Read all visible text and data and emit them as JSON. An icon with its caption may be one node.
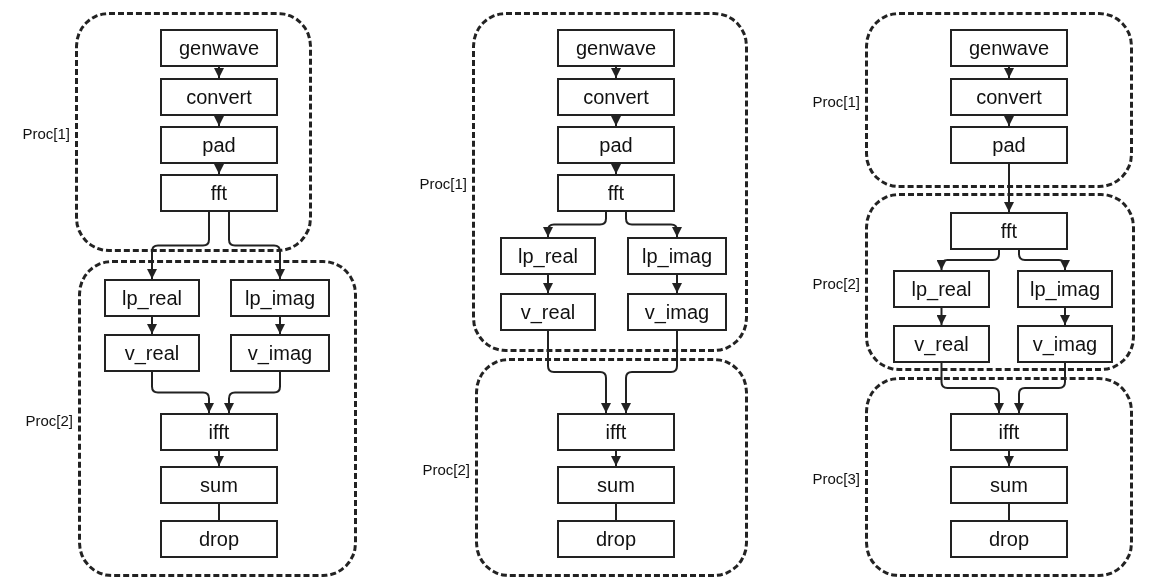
{
  "diagram": {
    "nodes": [
      {
        "text": [],
        "shape": "box",
        "beside": [
          "Proc[1]"
        ]
      },
      {
        "text": [
          "genwave"
        ],
        "in": 0
      },
      {
        "text": [
          "convert"
        ],
        "in": 0
      },
      {
        "text": [
          "pad"
        ],
        "in": 0
      },
      {
        "text": [
          "fft"
        ],
        "in": 0
      },
      {
        "text": [],
        "shape": "box",
        "beside": [
          "Proc[2]"
        ]
      },
      {
        "text": [
          "lp_real"
        ],
        "in": 5
      },
      {
        "text": [
          "lp_imag"
        ],
        "in": 5
      },
      {
        "text": [
          "v_real"
        ],
        "in": 5
      },
      {
        "text": [
          "v_imag"
        ],
        "in": 5
      },
      {
        "text": [
          "ifft"
        ],
        "in": 5
      },
      {
        "text": [
          "sum"
        ],
        "in": 5
      },
      {
        "text": [
          "drop"
        ],
        "in": 5
      },
      {
        "text": [],
        "shape": "box",
        "beside": [
          "Proc[1]"
        ]
      },
      {
        "text": [
          "genwave"
        ],
        "in": 13
      },
      {
        "text": [
          "convert"
        ],
        "in": 13
      },
      {
        "text": [
          "pad"
        ],
        "in": 13
      },
      {
        "text": [
          "fft"
        ],
        "in": 13
      },
      {
        "text": [
          "lp_real"
        ],
        "in": 13
      },
      {
        "text": [
          "lp_imag"
        ],
        "in": 13
      },
      {
        "text": [
          "v_real"
        ],
        "in": 13
      },
      {
        "text": [
          "v_imag"
        ],
        "in": 13
      },
      {
        "text": [],
        "shape": "box",
        "beside": [
          "Proc[2]"
        ]
      },
      {
        "text": [
          "ifft"
        ],
        "in": 22
      },
      {
        "text": [
          "sum"
        ],
        "in": 22
      },
      {
        "text": [
          "drop"
        ],
        "in": 22
      },
      {
        "text": [],
        "shape": "box",
        "beside": [
          "Proc[1]"
        ]
      },
      {
        "text": [
          "genwave"
        ],
        "in": 26
      },
      {
        "text": [
          "convert"
        ],
        "in": 26
      },
      {
        "text": [
          "pad"
        ],
        "in": 26
      },
      {
        "text": [],
        "shape": "box",
        "beside": [
          "Proc[2]"
        ]
      },
      {
        "text": [
          "fft"
        ],
        "in": 30
      },
      {
        "text": [
          "lp_real"
        ],
        "in": 30
      },
      {
        "text": [
          "lp_imag"
        ],
        "in": 30
      },
      {
        "text": [
          "v_real"
        ],
        "in": 30
      },
      {
        "text": [
          "v_imag"
        ],
        "in": 30
      },
      {
        "text": [],
        "shape": "box",
        "beside": [
          "Proc[3]"
        ]
      },
      {
        "text": [
          "ifft"
        ],
        "in": 36
      },
      {
        "text": [
          "sum"
        ],
        "in": 36
      },
      {
        "text": [
          "drop"
        ],
        "in": 36
      }
    ],
    "edges": [
      {
        "from": 1,
        "to": 2,
        "arrow": "to"
      },
      {
        "from": 2,
        "to": 3,
        "arrow": "to"
      },
      {
        "from": 3,
        "to": 4,
        "arrow": "to"
      },
      {
        "from": 4,
        "to": 6,
        "arrow": "to"
      },
      {
        "from": 4,
        "to": 7,
        "arrow": "to"
      },
      {
        "from": 6,
        "to": 8,
        "arrow": "to"
      },
      {
        "from": 7,
        "to": 9,
        "arrow": "to"
      },
      {
        "from": 8,
        "to": 10,
        "arrow": "to"
      },
      {
        "from": 9,
        "to": 10,
        "arrow": "to"
      },
      {
        "from": 10,
        "to": 11,
        "arrow": "to"
      },
      {
        "from": 11,
        "to": 12,
        "arrow": "none"
      },
      {
        "from": 14,
        "to": 15,
        "arrow": "to"
      },
      {
        "from": 15,
        "to": 16,
        "arrow": "to"
      },
      {
        "from": 16,
        "to": 17,
        "arrow": "to"
      },
      {
        "from": 17,
        "to": 18,
        "arrow": "to"
      },
      {
        "from": 17,
        "to": 19,
        "arrow": "to"
      },
      {
        "from": 18,
        "to": 20,
        "arrow": "to"
      },
      {
        "from": 19,
        "to": 21,
        "arrow": "to"
      },
      {
        "from": 20,
        "to": 23,
        "arrow": "to"
      },
      {
        "from": 21,
        "to": 23,
        "arrow": "to"
      },
      {
        "from": 23,
        "to": 24,
        "arrow": "to"
      },
      {
        "from": 24,
        "to": 25,
        "arrow": "none"
      },
      {
        "from": 27,
        "to": 28,
        "arrow": "to"
      },
      {
        "from": 28,
        "to": 29,
        "arrow": "to"
      },
      {
        "from": 29,
        "to": 31,
        "arrow": "to"
      },
      {
        "from": 31,
        "to": 32,
        "arrow": "to"
      },
      {
        "from": 31,
        "to": 33,
        "arrow": "to"
      },
      {
        "from": 32,
        "to": 34,
        "arrow": "to"
      },
      {
        "from": 33,
        "to": 35,
        "arrow": "to"
      },
      {
        "from": 34,
        "to": 37,
        "arrow": "to"
      },
      {
        "from": 35,
        "to": 37,
        "arrow": "to"
      },
      {
        "from": 37,
        "to": 38,
        "arrow": "to"
      },
      {
        "from": 38,
        "to": 39,
        "arrow": "none"
      }
    ]
  }
}
